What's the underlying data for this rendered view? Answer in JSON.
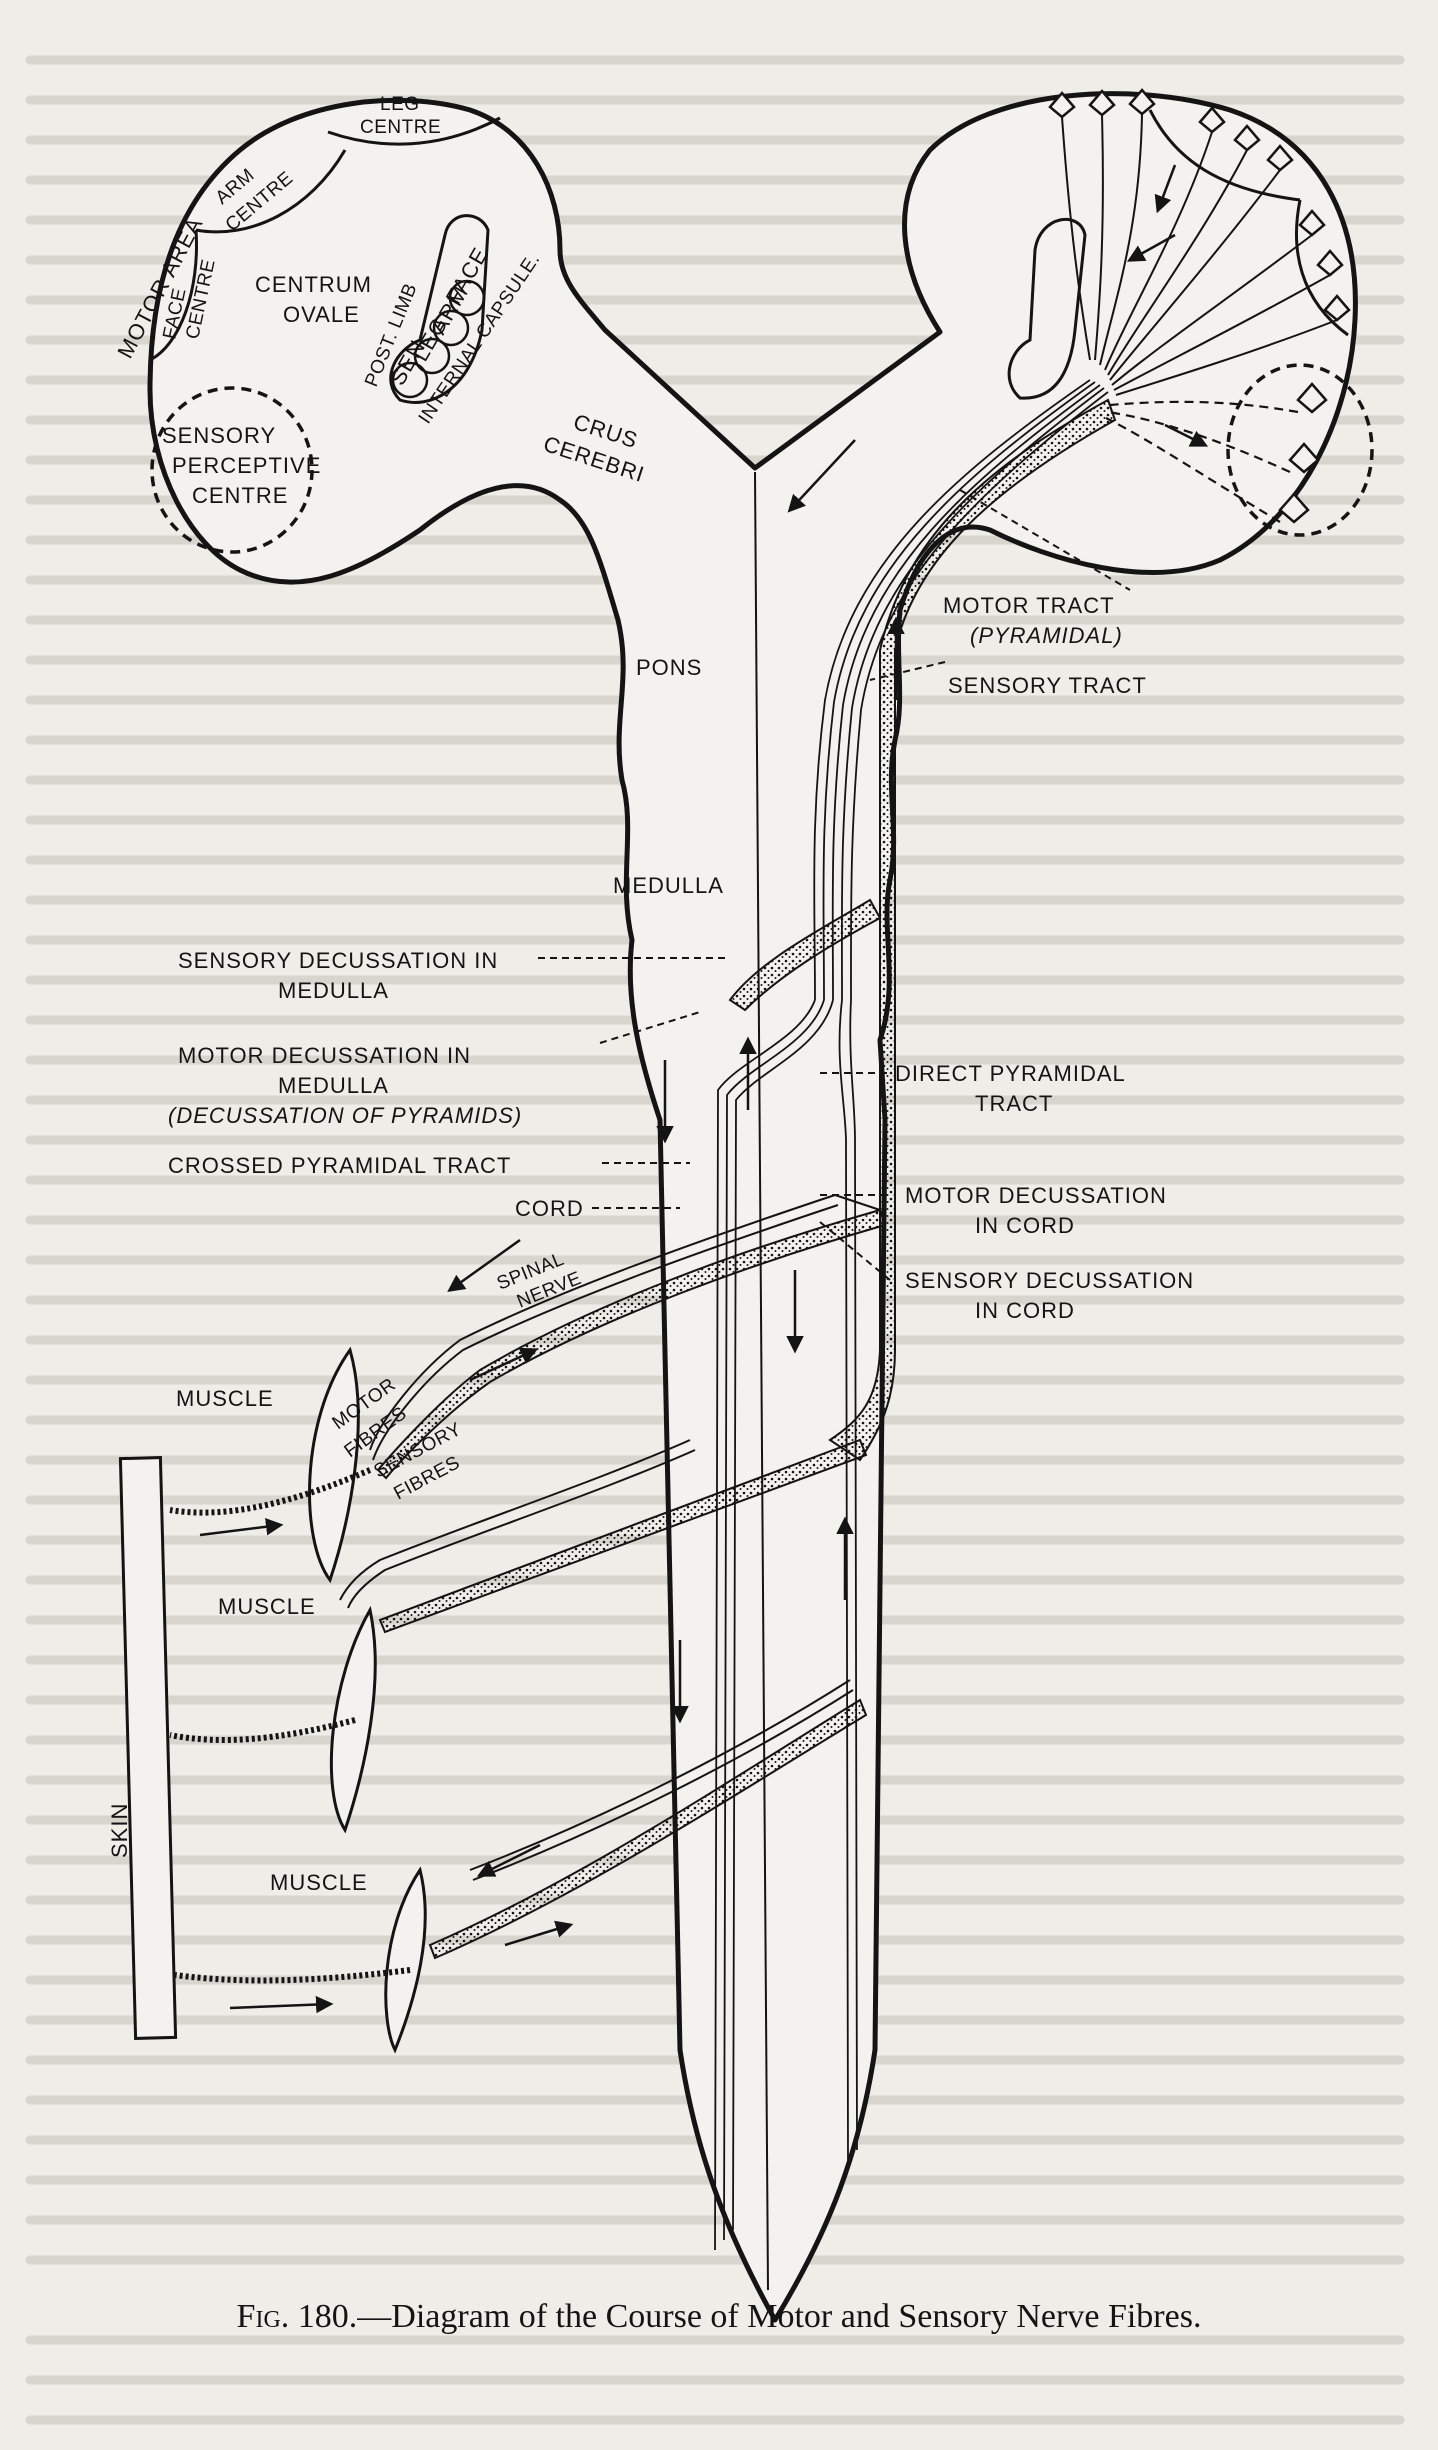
{
  "figure": {
    "number": "Fig. 180.",
    "caption": "—Diagram of the Course of Motor and Sensory Nerve Fibres."
  },
  "labels": {
    "motor_area": "MOTOR AREA",
    "leg_centre": [
      "LEG",
      "CENTRE"
    ],
    "arm_centre": [
      "ARM",
      "CENTRE"
    ],
    "face_centre": [
      "FACE",
      "CENTRE"
    ],
    "centrum_ovale": [
      "CENTRUM",
      "OVALE"
    ],
    "sensory_perceptive_centre": [
      "SENSORY",
      "PERCEPTIVE",
      "CENTRE"
    ],
    "post_limb": "POST. LIMB",
    "internal_capsule": "INTERNAL CAPSULE.",
    "capsule_face": "FACE",
    "capsule_arm": "ARM",
    "capsule_leg": "LEG",
    "capsule_sen": "SEN",
    "crus_cerebri": [
      "CRUS",
      "CEREBRI"
    ],
    "pons": "PONS",
    "medulla": "MEDULLA",
    "motor_tract": "MOTOR TRACT",
    "pyramidal": "(PYRAMIDAL)",
    "sensory_tract": "SENSORY TRACT",
    "sensory_decussation_medulla": [
      "SENSORY DECUSSATION IN",
      "MEDULLA"
    ],
    "motor_decussation_medulla": [
      "MOTOR DECUSSATION IN",
      "MEDULLA",
      "(DECUSSATION OF PYRAMIDS)"
    ],
    "crossed_pyramidal_tract": "CROSSED PYRAMIDAL TRACT",
    "cord": "CORD",
    "direct_pyramidal_tract": [
      "DIRECT PYRAMIDAL",
      "TRACT"
    ],
    "motor_decussation_cord": [
      "MOTOR DECUSSATION",
      "IN CORD"
    ],
    "sensory_decussation_cord": [
      "SENSORY DECUSSATION",
      "IN CORD"
    ],
    "spinal_nerve": [
      "SPINAL",
      "NERVE"
    ],
    "motor_fibres": [
      "MOTOR",
      "FIBRES"
    ],
    "sensory_fibres": [
      "SENSORY",
      "FIBRES"
    ],
    "muscle": "MUSCLE",
    "skin": "SKIN"
  },
  "colors": {
    "ink": "#141414",
    "paper": "#efede8"
  }
}
